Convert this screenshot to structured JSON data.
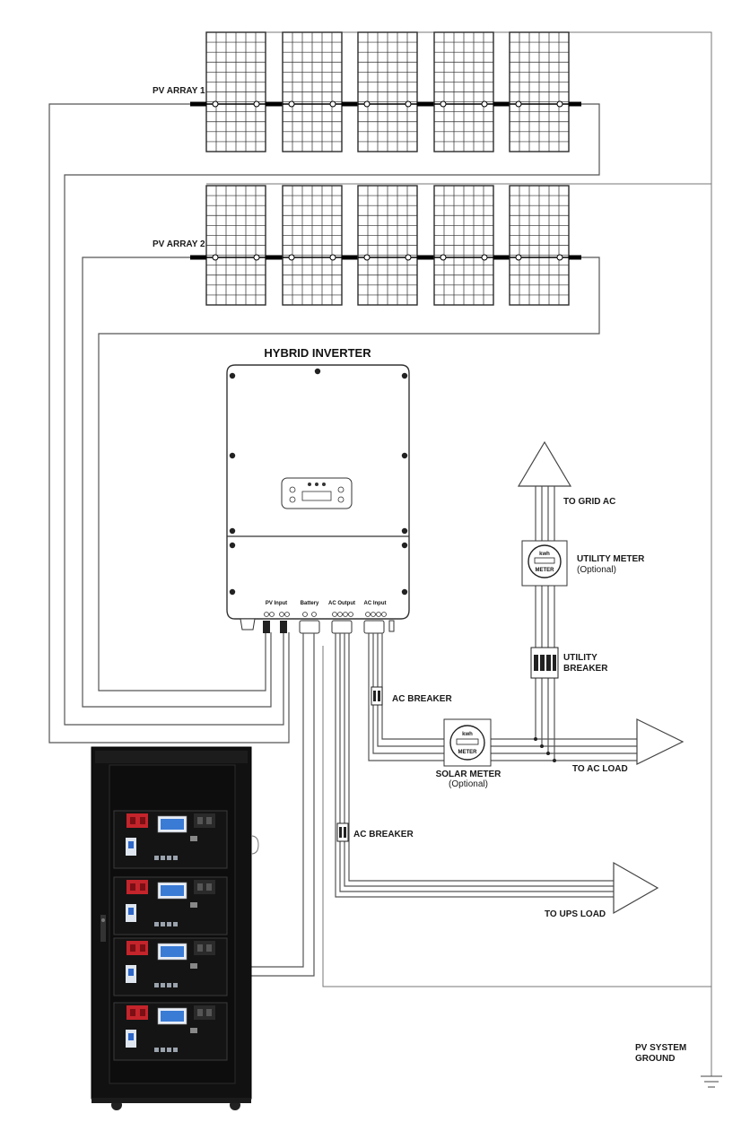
{
  "diagram": {
    "inverter_title": "HYBRID INVERTER",
    "pv_array_1": "PV ARRAY 1",
    "pv_array_2": "PV ARRAY 2",
    "ports": {
      "pv_input": "PV Input",
      "battery": "Battery",
      "ac_output": "AC Output",
      "ac_input": "AC Input"
    },
    "to_grid_ac": "TO GRID AC",
    "utility_meter": "UTILITY METER",
    "utility_meter_note": "(Optional)",
    "utility_breaker_1": "UTILITY",
    "utility_breaker_2": "BREAKER",
    "ac_breaker_1": "AC BREAKER",
    "ac_breaker_2": "AC BREAKER",
    "solar_meter": "SOLAR METER",
    "solar_meter_note": "(Optional)",
    "to_ac_load": "TO AC LOAD",
    "to_ups_load": "TO UPS LOAD",
    "ground_1": "PV SYSTEM",
    "ground_2": "GROUND",
    "meter_unit": "kwh",
    "meter_label": "METER"
  },
  "colors": {
    "wire": "#555555",
    "panel_frame": "#2b2b2b",
    "battery_red": "#c4242b",
    "battery_screen": "#3a7bd5",
    "cabinet": "#111111"
  }
}
